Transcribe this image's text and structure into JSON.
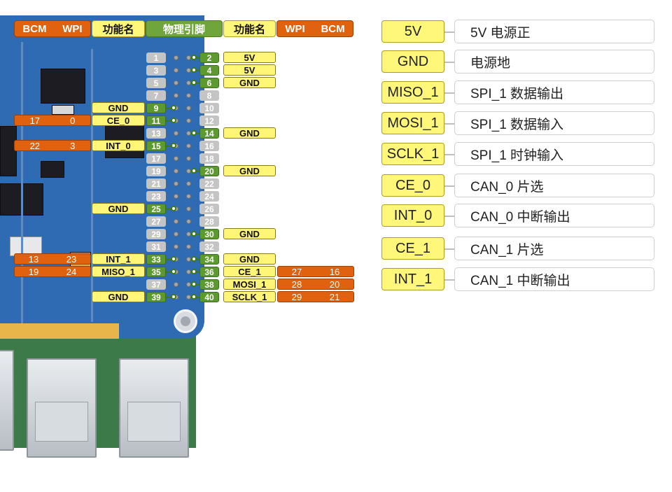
{
  "headers": {
    "left_bcm_wpi": [
      "BCM",
      "WPI"
    ],
    "left_function": "功能名",
    "physical_pin": "物理引脚",
    "right_function": "功能名",
    "right_wpi_bcm": [
      "WPI",
      "BCM"
    ]
  },
  "pins": [
    {
      "odd": "1",
      "even": "2",
      "even_func": "5V",
      "odd_active": false,
      "even_active": true
    },
    {
      "odd": "3",
      "even": "4",
      "even_func": "5V",
      "odd_active": false,
      "even_active": true
    },
    {
      "odd": "5",
      "even": "6",
      "even_func": "GND",
      "odd_active": false,
      "even_active": true
    },
    {
      "odd": "7",
      "even": "8",
      "odd_active": false,
      "even_active": false
    },
    {
      "odd": "9",
      "even": "10",
      "odd_func": "GND",
      "odd_active": true,
      "even_active": false
    },
    {
      "odd": "11",
      "even": "12",
      "odd_func": "CE_0",
      "odd_bcm": "17",
      "odd_wpi": "0",
      "odd_active": true,
      "even_active": false
    },
    {
      "odd": "13",
      "even": "14",
      "even_func": "GND",
      "odd_active": false,
      "even_active": true
    },
    {
      "odd": "15",
      "even": "16",
      "odd_func": "INT_0",
      "odd_bcm": "22",
      "odd_wpi": "3",
      "odd_active": true,
      "even_active": false
    },
    {
      "odd": "17",
      "even": "18",
      "odd_active": false,
      "even_active": false
    },
    {
      "odd": "19",
      "even": "20",
      "even_func": "GND",
      "odd_active": false,
      "even_active": true
    },
    {
      "odd": "21",
      "even": "22",
      "odd_active": false,
      "even_active": false
    },
    {
      "odd": "23",
      "even": "24",
      "odd_active": false,
      "even_active": false
    },
    {
      "odd": "25",
      "even": "26",
      "odd_func": "GND",
      "odd_active": true,
      "even_active": false
    },
    {
      "odd": "27",
      "even": "28",
      "odd_active": false,
      "even_active": false
    },
    {
      "odd": "29",
      "even": "30",
      "even_func": "GND",
      "odd_active": false,
      "even_active": true
    },
    {
      "odd": "31",
      "even": "32",
      "odd_active": false,
      "even_active": false
    },
    {
      "odd": "33",
      "even": "34",
      "odd_func": "INT_1",
      "odd_bcm": "13",
      "odd_wpi": "23",
      "even_func": "GND",
      "odd_active": true,
      "even_active": true
    },
    {
      "odd": "35",
      "even": "36",
      "odd_func": "MISO_1",
      "odd_bcm": "19",
      "odd_wpi": "24",
      "even_func": "CE_1",
      "even_wpi": "27",
      "even_bcm": "16",
      "odd_active": true,
      "even_active": true
    },
    {
      "odd": "37",
      "even": "38",
      "even_func": "MOSI_1",
      "even_wpi": "28",
      "even_bcm": "20",
      "odd_active": false,
      "even_active": true
    },
    {
      "odd": "39",
      "even": "40",
      "odd_func": "GND",
      "even_func": "SCLK_1",
      "even_wpi": "29",
      "even_bcm": "21",
      "odd_active": true,
      "even_active": true
    }
  ],
  "legend": [
    {
      "signal": "5V",
      "description": "5V 电源正"
    },
    {
      "signal": "GND",
      "description": "电源地"
    },
    {
      "signal": "MISO_1",
      "description": "SPI_1 数据输出"
    },
    {
      "signal": "MOSI_1",
      "description": "SPI_1 数据输入"
    },
    {
      "signal": "SCLK_1",
      "description": "SPI_1 时钟输入"
    },
    {
      "signal": "CE_0",
      "description": "CAN_0 片选"
    },
    {
      "signal": "INT_0",
      "description": "CAN_0 中断输出"
    },
    {
      "signal": "CE_1",
      "description": "CAN_1 片选"
    },
    {
      "signal": "INT_1",
      "description": "CAN_1 中断输出"
    }
  ],
  "colors": {
    "orange": "#e0620e",
    "yellow": "#fff77a",
    "green": "#6fa53a",
    "gray_pin": "#c4c4c4",
    "board_blue": "#2e6bb3"
  }
}
